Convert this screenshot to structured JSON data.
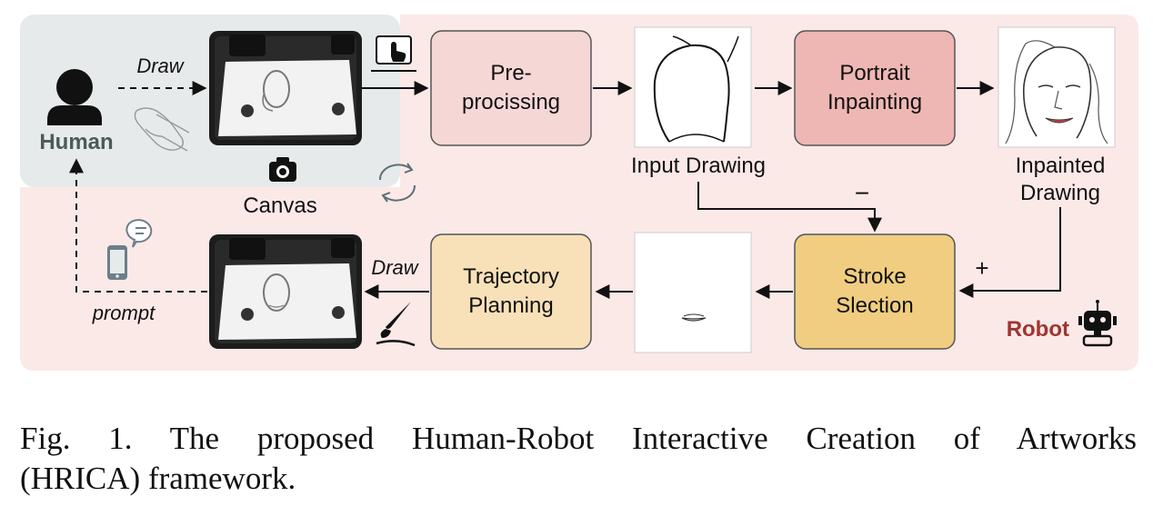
{
  "human": {
    "label": "Human",
    "draw_label": "Draw",
    "prompt_label": "prompt"
  },
  "canvas": {
    "label": "Canvas"
  },
  "boxes": {
    "preprocessing": [
      "Pre-",
      "procissing"
    ],
    "portrait_inpainting": [
      "Portrait",
      "Inpainting"
    ],
    "trajectory_planning": [
      "Trajectory",
      "Planning"
    ],
    "stroke_selection": [
      "Stroke",
      "Slection"
    ]
  },
  "images": {
    "input_drawing": "Input Drawing",
    "inpainted_drawing": [
      "Inpainted",
      "Drawing"
    ]
  },
  "signs": {
    "minus": "−",
    "plus": "+"
  },
  "robot": {
    "label": "Robot",
    "draw_label": "Draw"
  },
  "caption": {
    "line1": "Fig. 1.    The proposed Human-Robot Interactive Creation of Artworks",
    "line2": "(HRICA) framework."
  },
  "colors": {
    "human_bg": "#e7eaea",
    "robot_bg": "#fbe9e8",
    "pre_box": "#f5d7d5",
    "inpaint_box": "#eeb7b3",
    "planning_box": "#f8e1b8",
    "stroke_box": "#f0cd80",
    "robot_text": "#a0352e"
  },
  "icons": [
    "person-icon",
    "hand-drawing-icon",
    "camera-icon",
    "refresh-cycle-icon",
    "touch-screen-icon",
    "phone-message-icon",
    "brush-icon",
    "robot-icon"
  ]
}
